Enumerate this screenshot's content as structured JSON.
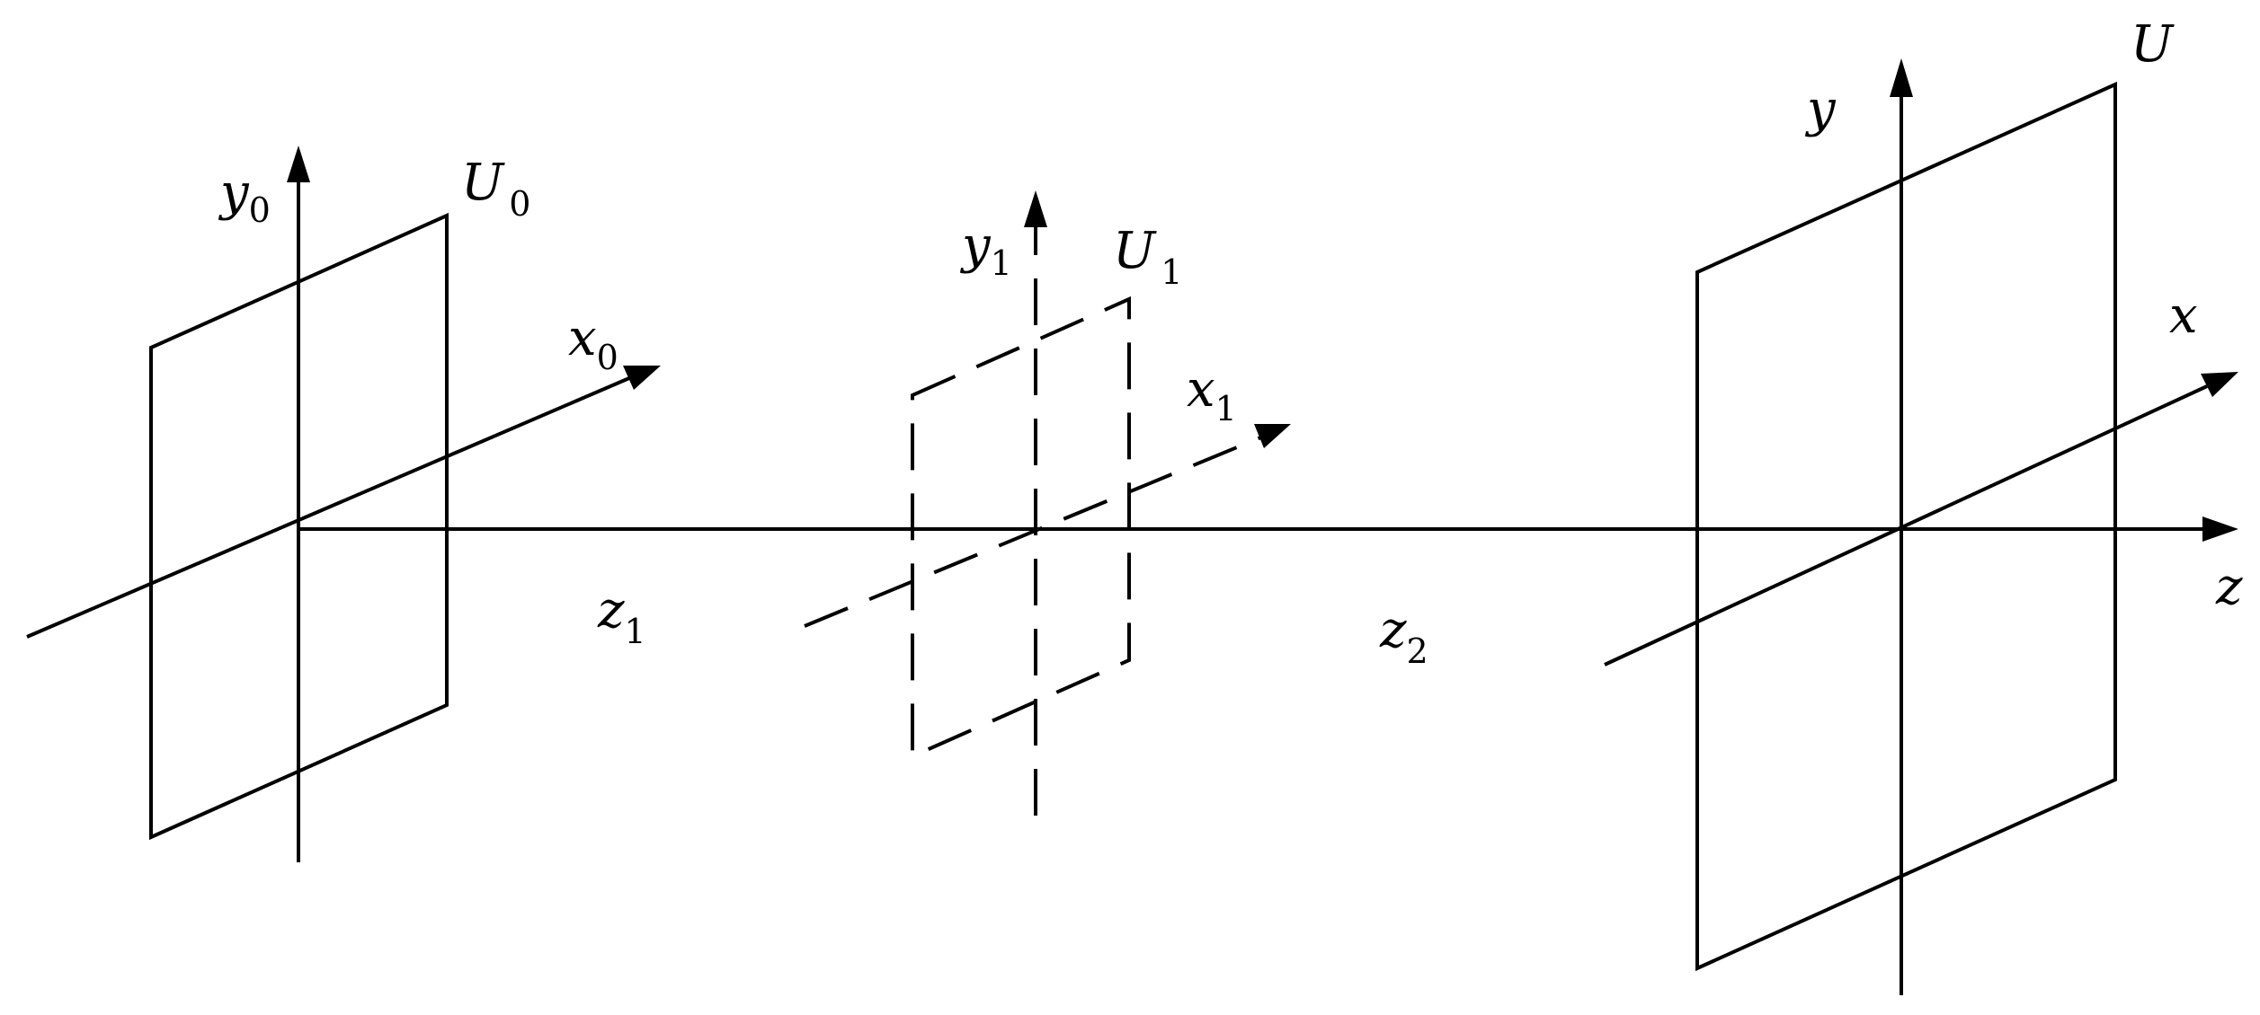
{
  "planes": [
    {
      "id": "input",
      "aperture_label": "U",
      "aperture_sub": "0",
      "x_label": "x",
      "x_sub": "0",
      "y_label": "y",
      "y_sub": "0",
      "style": "solid"
    },
    {
      "id": "intermediate",
      "aperture_label": "U",
      "aperture_sub": "1",
      "x_label": "x",
      "x_sub": "1",
      "y_label": "y",
      "y_sub": "1",
      "style": "dashed"
    },
    {
      "id": "output",
      "aperture_label": "U",
      "aperture_sub": "",
      "x_label": "x",
      "x_sub": "",
      "y_label": "y",
      "y_sub": "",
      "style": "solid"
    }
  ],
  "optical_axis": {
    "label": "z"
  },
  "distances": [
    {
      "label": "z",
      "sub": "1"
    },
    {
      "label": "z",
      "sub": "2"
    }
  ],
  "colors": {
    "line": "#000000",
    "background": "#ffffff"
  }
}
